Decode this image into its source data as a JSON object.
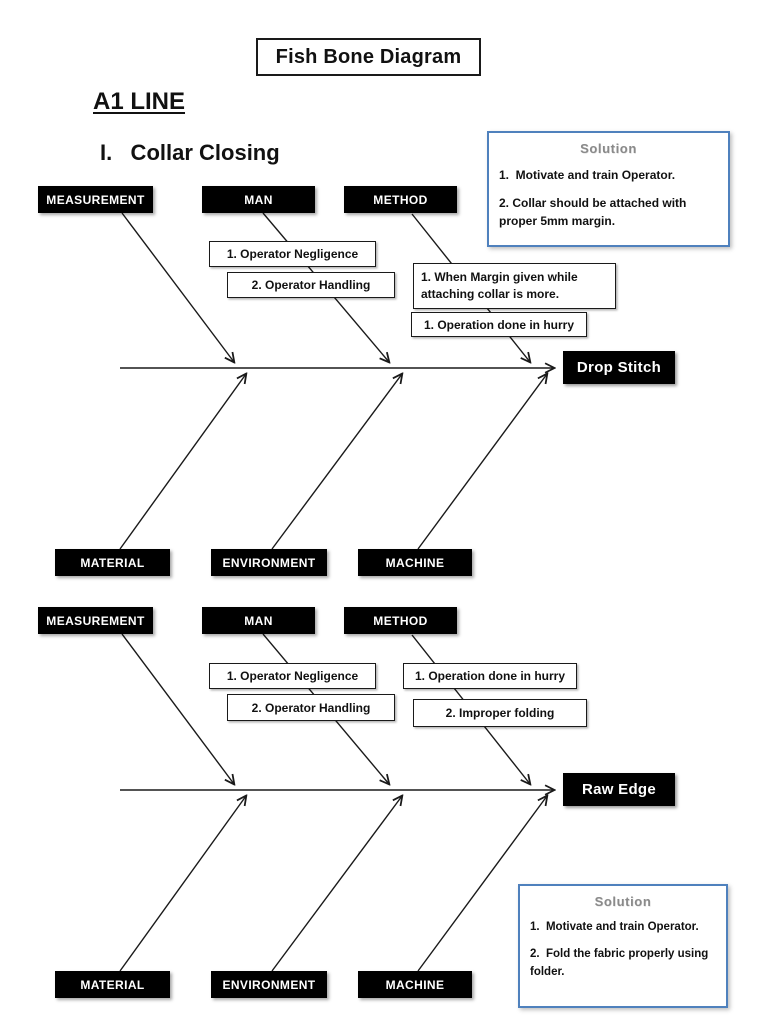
{
  "page": {
    "title": "Fish Bone Diagram",
    "line_heading": "A1 LINE",
    "section_heading": "I.   Collar Closing"
  },
  "diagram1": {
    "effect": "Drop Stitch",
    "top_categories": [
      "MEASUREMENT",
      "MAN",
      "METHOD"
    ],
    "bottom_categories": [
      "MATERIAL",
      "ENVIRONMENT",
      "MACHINE"
    ],
    "man_causes": [
      "1. Operator Negligence",
      "2. Operator Handling"
    ],
    "method_causes": [
      "1. When Margin given while attaching collar is more.",
      "1. Operation done in hurry"
    ],
    "solution": {
      "title": "Solution",
      "items": [
        "1.  Motivate and train Operator.",
        "2. Collar should be attached with proper 5mm margin."
      ]
    }
  },
  "diagram2": {
    "effect": "Raw Edge",
    "top_categories": [
      "MEASUREMENT",
      "MAN",
      "METHOD"
    ],
    "bottom_categories": [
      "MATERIAL",
      "ENVIRONMENT",
      "MACHINE"
    ],
    "man_causes": [
      "1. Operator Negligence",
      "2. Operator Handling"
    ],
    "method_causes": [
      "1. Operation done in hurry",
      "2. Improper folding"
    ],
    "solution": {
      "title": "Solution",
      "items": [
        "1.  Motivate and train Operator.",
        "2.  Fold the fabric properly using folder."
      ]
    }
  },
  "colors": {
    "category_box_fill": "#000000",
    "category_box_text": "#ffffff",
    "cause_box_border": "#1a1a1a",
    "solution_border": "#4f81bd",
    "solution_title_text": "#8a8a8a",
    "line_color": "#1a1a1a"
  }
}
